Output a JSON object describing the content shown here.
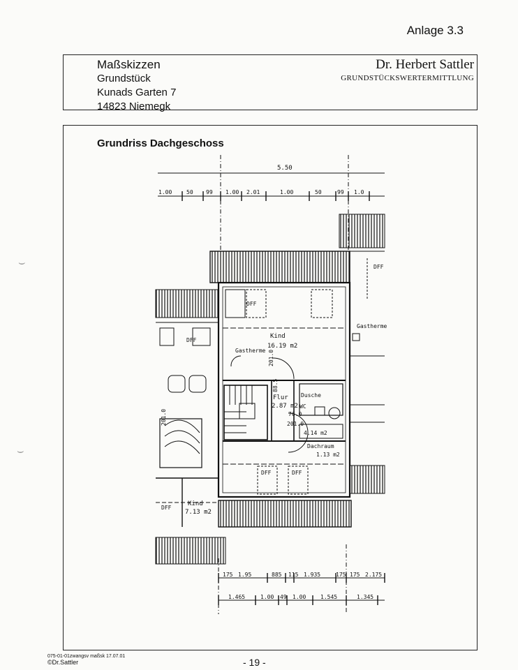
{
  "appendix": "Anlage 3.3",
  "header": {
    "title": "Maßskizzen",
    "property_label": "Grundstück",
    "street": "Kunads Garten 7",
    "city": "14823 Niemegk",
    "author": "Dr. Herbert Sattler",
    "author_subtitle": "GRUNDSTÜCKSWERTERMITTLUNG"
  },
  "plan": {
    "title": "Grundriss Dachgeschoss",
    "dims_top_overall": "5.50",
    "dims_top": [
      "1.00",
      "50",
      "99",
      "1.00",
      "2.01",
      "1.00",
      "50",
      "99",
      "1.0"
    ],
    "dims_bottom_row1": [
      "175",
      "1.95",
      "885",
      "115",
      "1.935",
      "175",
      "175",
      "2.175"
    ],
    "dims_bottom_row2": [
      "1.465",
      "1.00",
      "49",
      "1.00",
      "1.545",
      "1.345"
    ],
    "rooms": {
      "kind_main": "Kind",
      "kind_main_area": "16.19 m2",
      "kind_left": "Kind",
      "kind_left_area": "7.13 m2",
      "flur": "Flur",
      "flur_area": "2.87 m2",
      "dusche": "Dusche",
      "wc": "WC",
      "bath_area": "4.14 m2",
      "dachraum": "Dachraum",
      "dachraum_area": "1.13 m2"
    },
    "labels": {
      "gastherme_1": "Gastherme",
      "gastherme_2": "Gastherme",
      "dff": "DFF",
      "door_height": "201.0",
      "door_width": "76.0",
      "door_width_2": "88.5"
    }
  },
  "footer": {
    "file_info": "075-01-01zwangsv maßsk 17.07.01",
    "copyright": "©Dr.Sattler",
    "page": "- 19 -"
  }
}
